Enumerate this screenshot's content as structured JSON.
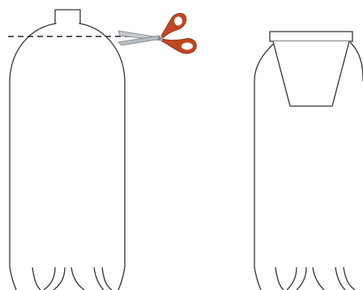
{
  "figure": {
    "background": "#ffffff",
    "outline_color": "#333333",
    "cut_line_color": "#222222",
    "scissor_handle_color": "#c0471f",
    "scissor_blade_color": "#b9bec4"
  },
  "panels": [
    {
      "name": "intact-bottle-with-cut-line",
      "icons": [
        "bottle-outline-icon",
        "dashed-cut-line",
        "scissors-icon"
      ]
    },
    {
      "name": "bottle-with-inverted-funnel-top",
      "icons": [
        "bottle-base-outline-icon",
        "inverted-funnel-top-icon"
      ]
    }
  ]
}
